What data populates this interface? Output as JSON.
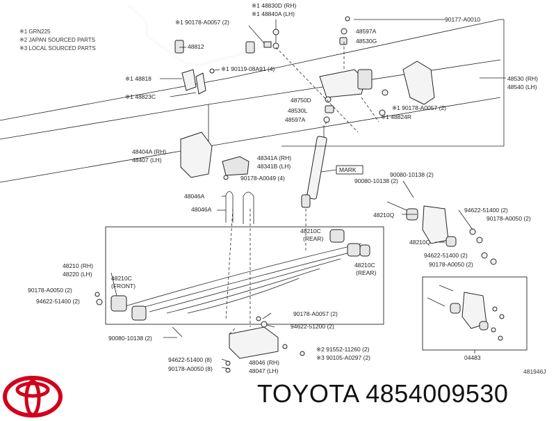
{
  "notes": [
    "※1 GRN225",
    "※2 JAPAN SOURCED PARTS",
    "※3 LOCAL SOURCED PARTS"
  ],
  "labels": {
    "p48830d": "※1 48830D (RH)",
    "p48840a": "※1 48840A (LH)",
    "p90178_a0057_top": "※1 90178-A0057 (2)",
    "p48812": "48812",
    "p48818": "※1 48818",
    "p90119": "※1 90119-08A91 (4)",
    "p48823c": "※1 48823C",
    "p90177": "90177-A0010",
    "p48597a_top": "48597A",
    "p48530g": "48530G",
    "p48530_rh": "48530 (RH)",
    "p48540_lh": "48540 (LH)",
    "p48750d": "48750D",
    "p48530l": "48530L",
    "p48597a_mid": "48597A",
    "p90178_a0057_mid": "※1 90178-A0057 (2)",
    "p48824r": "※1 48824R",
    "p48404a": "48404A (RH)",
    "p48407": "48407 (LH)",
    "p48341a": "48341A (RH)",
    "p48341b": "48341B (LH)",
    "p90178_a0049": "90178-A0049 (4)",
    "mark": "MARK",
    "p90080_a": "90080-10138 (2)",
    "p90080_b": "90080-10138 (2)",
    "p48046a_1": "48046A",
    "p48046a_2": "48046A",
    "p48210q_top": "48210Q",
    "p94622_r1": "94622-51400 (2)",
    "p90178_a0050_r1": "90178-A0050 (2)",
    "p48210c_rear_top": "48210C",
    "rear_top": "(REAR)",
    "p48210q_bot": "48210Q",
    "p94622_r2": "94622-51400 (2)",
    "p90178_a0050_r2": "90178-A0050 (2)",
    "p48210_rh": "48210 (RH)",
    "p48220_lh": "48220 (LH)",
    "p48210c_front": "48210C",
    "front": "(FRONT)",
    "p48210c_rear_bot": "48210C",
    "rear_bot": "(REAR)",
    "p90178_a0050_l": "90178-A0050 (2)",
    "p94622_l": "94622-51400 (2)",
    "p90178_a0057_low": "90178-A0057 (2)",
    "p94622_51200": "94622-51200 (2)",
    "p90080_c": "90080-10138 (2)",
    "p91552": "※2 91552-11260 (2)",
    "p90105": "※3 90105-A0297 (2)",
    "p94622_8": "94622-51400 (8)",
    "p90178_a0050_8": "90178-A0050 (8)",
    "p48046_rh": "48046 (RH)",
    "p48047_lh": "48047 (LH)",
    "p04483": "04483"
  },
  "figure_code": "481946J",
  "footer": {
    "brand": "TOYOTA",
    "part_number": "4854009530",
    "logo_color": "#d2001c"
  }
}
